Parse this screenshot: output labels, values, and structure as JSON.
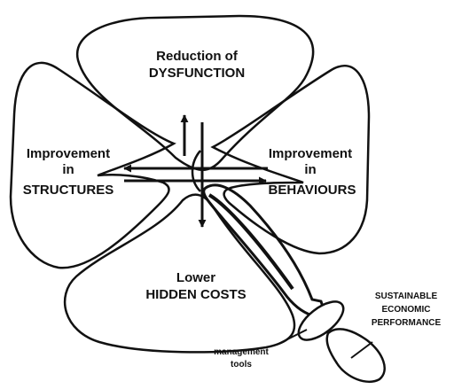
{
  "colors": {
    "ink": "#111111",
    "paper": "#ffffff"
  },
  "petals": {
    "top": {
      "line1": "Reduction of",
      "line2": "DYSFUNCTION"
    },
    "left": {
      "line1": "Improvement",
      "line2": "in",
      "line3": "STRUCTURES"
    },
    "right": {
      "line1": "Improvement",
      "line2": "in",
      "line3": "BEHAVIOURS"
    },
    "bottom": {
      "line1": "Lower",
      "line2": "HIDDEN COSTS"
    }
  },
  "outcome": {
    "line1": "SUSTAINABLE",
    "line2": "ECONOMIC",
    "line3": "PERFORMANCE"
  },
  "tools": {
    "line1": "management",
    "line2": "tools"
  }
}
